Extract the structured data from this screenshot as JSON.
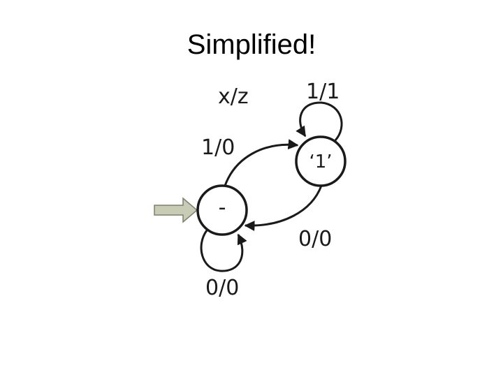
{
  "slide": {
    "title": "Simplified!"
  },
  "diagram": {
    "legend": "x/z",
    "states": [
      {
        "id": "start",
        "label": "-"
      },
      {
        "id": "one",
        "label": "‘1’"
      }
    ],
    "transitions": [
      {
        "from": "start",
        "to": "one",
        "label": "1/0"
      },
      {
        "from": "one",
        "to": "start",
        "label": "0/0"
      },
      {
        "from": "one",
        "to": "one",
        "label": "1/1"
      },
      {
        "from": "start",
        "to": "start",
        "label": "0/0"
      }
    ]
  }
}
